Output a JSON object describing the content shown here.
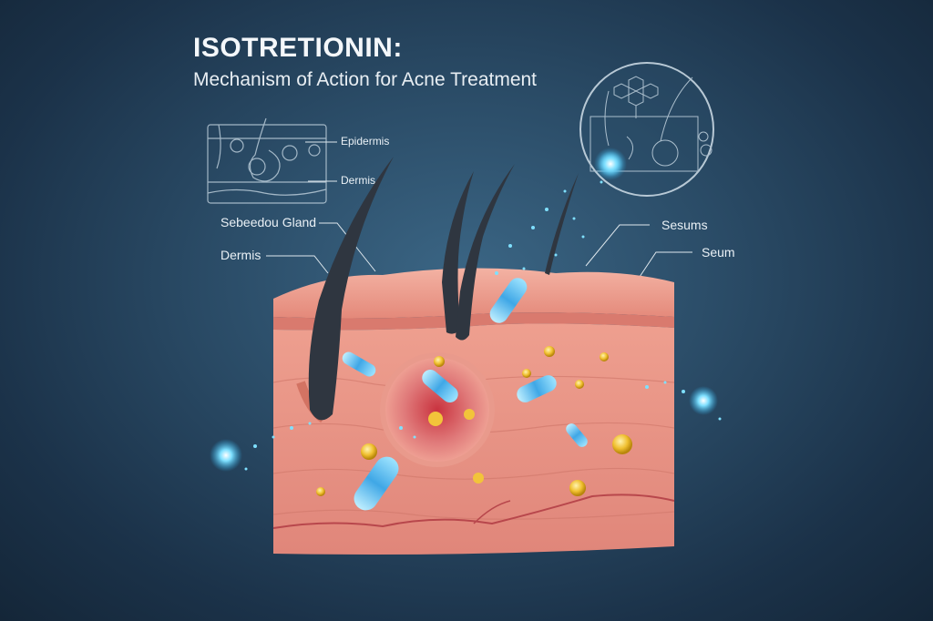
{
  "title": "ISOTRETIONIN:",
  "subtitle": "Mechanism of Action for Acne Treatment",
  "inset_labels": {
    "epidermis": "Epidermis",
    "dermis": "Dermis"
  },
  "left_labels": {
    "sebaceous": "Sebeedou Gland",
    "dermis": "Dermis"
  },
  "right_labels": {
    "sesums": "Sesums",
    "seum": "Seum"
  },
  "colors": {
    "background": "#2a4b66",
    "skin": "#eb9b8c",
    "hair": "#2f3640",
    "glow": "#5fd4ff",
    "sebum": "#f2c43a",
    "inflamed": "#c9404a"
  }
}
